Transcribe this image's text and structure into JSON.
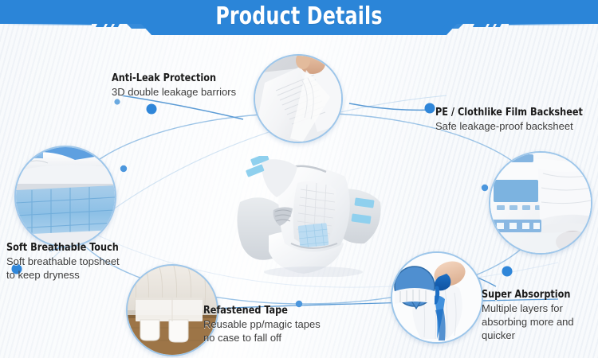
{
  "header": {
    "title": "Product Details",
    "band_color": "#2b85d8",
    "title_color": "#ffffff"
  },
  "theme": {
    "accent": "#2b85d8",
    "line": "#6fa8dc",
    "dot": "#2f86d9",
    "circle_border": "#9dc6ea",
    "text_primary": "#1a1a1a",
    "text_secondary": "#3c3c3c"
  },
  "features": [
    {
      "id": "anti-leak",
      "title": "Anti-Leak Protection",
      "lines": [
        "3D double leakage barriors"
      ],
      "photo": "diaper-leak-barrier-photo"
    },
    {
      "id": "pe-backsheet",
      "title": "PE / Clothlike Film Backsheet",
      "lines": [
        "Safe leakage-proof backsheet"
      ],
      "photo": "diaper-backsheet-photo"
    },
    {
      "id": "soft-touch",
      "title": "Soft Breathable Touch",
      "lines": [
        "Soft breathable topsheet",
        "to keep dryness"
      ],
      "photo": "blue-absorbent-core-photo"
    },
    {
      "id": "refastened-tape",
      "title": "Refastened Tape",
      "lines": [
        "Reusable pp/magic tapes",
        "no case to fall off"
      ],
      "photo": "magic-tape-photo"
    },
    {
      "id": "super-absorption",
      "title": "Super Absorption",
      "lines": [
        "Multiple layers for",
        "absorbing more and",
        "quicker"
      ],
      "photo": "blue-liquid-pour-photo"
    }
  ],
  "center": {
    "product": "adult-diaper-product-image"
  }
}
